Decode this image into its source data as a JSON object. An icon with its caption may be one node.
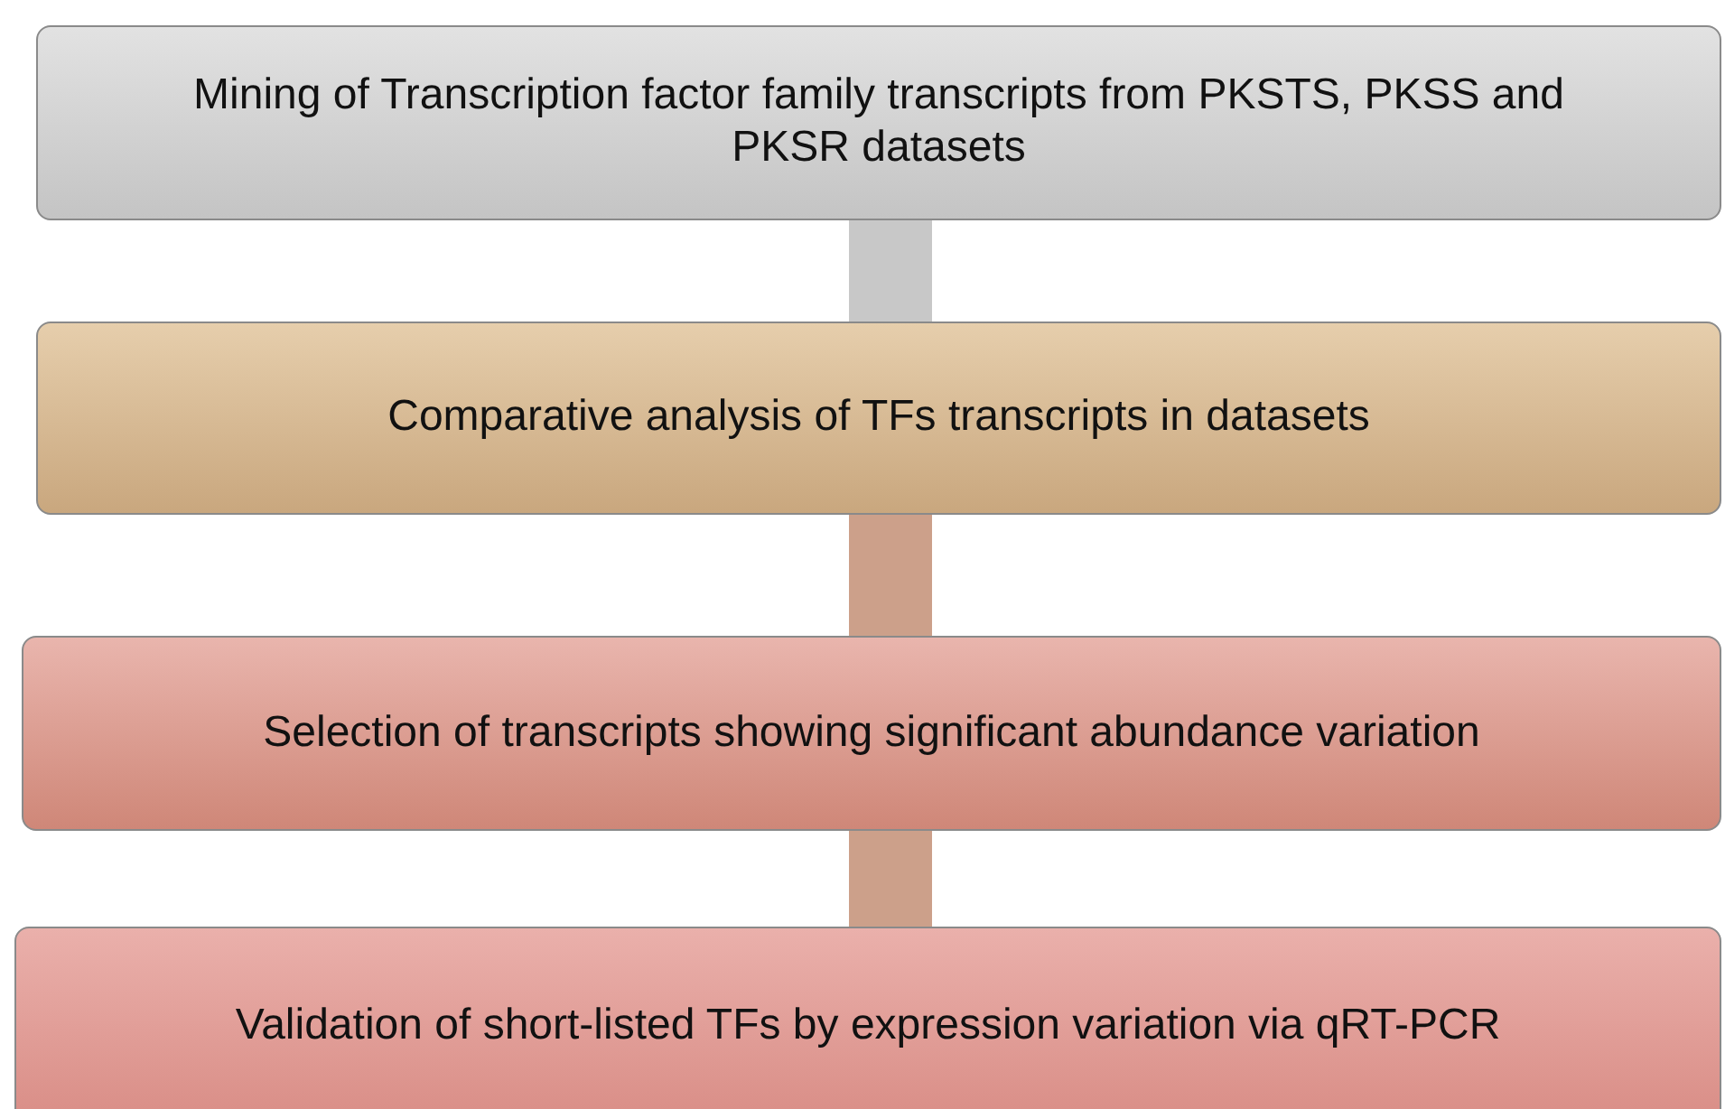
{
  "diagram": {
    "nodes": [
      {
        "text": [
          "Mining of Transcription factor family transcripts from PKSTS, PKSS and PKSR datasets"
        ]
      },
      {
        "text": [
          "Comparative analysis of TFs transcripts in datasets"
        ]
      },
      {
        "text": [
          "Selection of transcripts showing significant abundance variation"
        ]
      },
      {
        "text": [
          "Validation of short-listed TFs by expression variation via qRT-PCR"
        ]
      }
    ],
    "edges": [
      {
        "from": 0,
        "to": 1,
        "arrow": "none"
      },
      {
        "from": 1,
        "to": 2,
        "arrow": "none"
      },
      {
        "from": 2,
        "to": 3,
        "arrow": "none"
      }
    ]
  }
}
